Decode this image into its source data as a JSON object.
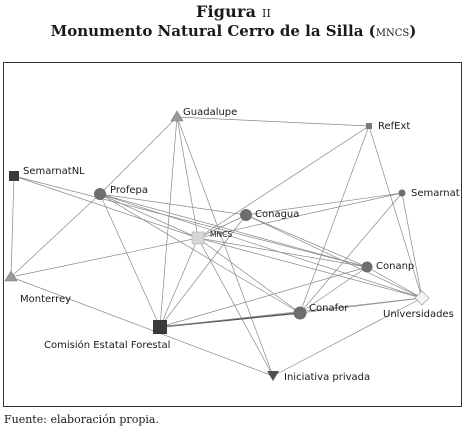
{
  "figure": {
    "label": "Figura ",
    "label_number": "II",
    "title_main": "Monumento Natural Cerro de la Silla (",
    "title_acronym": "MNCS",
    "title_close": ")"
  },
  "source": "Fuente: elaboración propia.",
  "network": {
    "nodes": [
      {
        "id": "guadalupe",
        "label": "Guadalupe",
        "shape": "triangle"
      },
      {
        "id": "refext",
        "label": "RefExt",
        "shape": "square"
      },
      {
        "id": "semarnatnl",
        "label": "SemarnatNL",
        "shape": "square"
      },
      {
        "id": "profepa",
        "label": "Profepa",
        "shape": "circle"
      },
      {
        "id": "conagua",
        "label": "Conagua",
        "shape": "circle"
      },
      {
        "id": "semarnat",
        "label": "Semarnat",
        "shape": "circle"
      },
      {
        "id": "mncs",
        "label": "MNCS",
        "shape": "square"
      },
      {
        "id": "conanp",
        "label": "Conanp",
        "shape": "circle"
      },
      {
        "id": "monterrey",
        "label": "Monterrey",
        "shape": "triangle"
      },
      {
        "id": "universidades",
        "label": "Universidades",
        "shape": "diamond"
      },
      {
        "id": "conafor",
        "label": "Conafor",
        "shape": "circle"
      },
      {
        "id": "cef",
        "label": "Comisión Estatal Forestal",
        "shape": "square"
      },
      {
        "id": "ip",
        "label": "Iniciativa privada",
        "shape": "triangle-down"
      }
    ]
  }
}
